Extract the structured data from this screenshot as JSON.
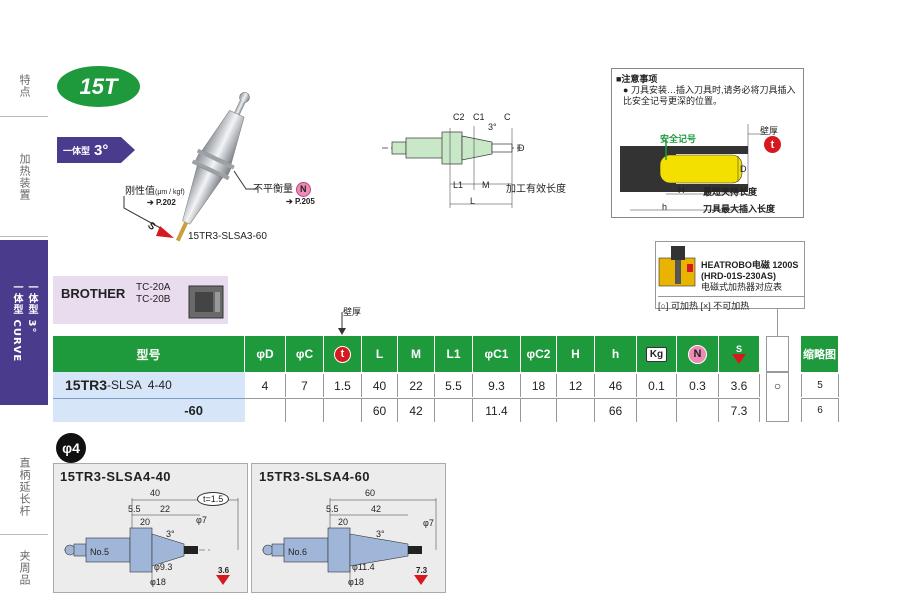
{
  "side_tabs": [
    {
      "label": "特点"
    },
    {
      "label": "加热装置"
    },
    {
      "label": "一体型 3°\n一体型 CURVE"
    },
    {
      "label": "直柄延长杆"
    },
    {
      "label": "夹周品"
    }
  ],
  "badge": "15T",
  "type_label": {
    "small": "一体型",
    "big": "3°"
  },
  "product_image": {
    "rigidity_label": "刚性值",
    "rigidity_unit": "(μm / kgf)",
    "rigidity_ref": "P.202",
    "balance_label": "不平衡量",
    "balance_ref": "P.205",
    "s_label": "S",
    "n_label": "N",
    "model": "15TR3-SLSA3-60"
  },
  "schematic": {
    "labels": [
      "C2",
      "C1",
      "3°",
      "C",
      "D",
      "L1",
      "M",
      "L"
    ],
    "effective_length": "加工有效长度"
  },
  "notice": {
    "title": "■注意事项",
    "text": "刀具安装…插入刀具时,请务必将刀具插入比安全记号更深的位置。",
    "safety_mark": "安全记号",
    "wall": "壁厚",
    "t": "t",
    "D": "D",
    "H": "H",
    "h": "h",
    "min_clamp": "最短夹持长度",
    "max_insert": "刀具最大插入长度"
  },
  "heatrobo": {
    "title": "HEATROBO电磁 1200S",
    "model": "(HRD-01S-230AS)",
    "sub": "电磁式加热器对应表",
    "legend": "[○] 可加热  [×] 不可加热"
  },
  "machine": {
    "brand": "BROTHER",
    "models": [
      "TC-20A",
      "TC-20B"
    ]
  },
  "wall_label": "壁厚",
  "table": {
    "headers": [
      "型号",
      "φD",
      "φC",
      "t",
      "L",
      "M",
      "L1",
      "φC1",
      "φC2",
      "H",
      "h",
      "Kg",
      "N",
      "S"
    ],
    "heat_header": "",
    "drawing_header": "缩略图",
    "rows": [
      {
        "model_bold": "15TR3",
        "model_rest": "-SLSA  4-40",
        "D": "4",
        "C": "7",
        "t": "1.5",
        "L": "40",
        "M": "22",
        "L1": "5.5",
        "C1": "9.3",
        "C2": "18",
        "H": "12",
        "h": "46",
        "kg": "0.1",
        "N": "0.3",
        "S": "3.6",
        "heat": "○",
        "drawing": "5"
      },
      {
        "model_bold": "",
        "model_rest": "-60",
        "D": "",
        "C": "",
        "t": "",
        "L": "60",
        "M": "42",
        "L1": "",
        "C1": "11.4",
        "C2": "",
        "H": "",
        "h": "66",
        "kg": "",
        "N": "",
        "S": "7.3",
        "heat": "",
        "drawing": "6"
      }
    ]
  },
  "phi4": "φ4",
  "panels": [
    {
      "title": "15TR3-SLSA4-40",
      "no": "No.5",
      "L": "40",
      "L1": "5.5",
      "M": "22",
      "angle20": "20",
      "angle3": "3°",
      "phiD": "φ7",
      "phiC1": "φ9.3",
      "phiC2": "φ18",
      "t": "t=1.5",
      "s": "3.6"
    },
    {
      "title": "15TR3-SLSA4-60",
      "no": "No.6",
      "L": "60",
      "L1": "5.5",
      "M": "42",
      "angle20": "20",
      "angle3": "3°",
      "phiD": "φ7",
      "phiC1": "φ11.4",
      "phiC2": "φ18",
      "t": "",
      "s": "7.3"
    }
  ],
  "colors": {
    "green": "#1e9a3c",
    "purple": "#4a3b8c",
    "red": "#d8181f",
    "pink": "#ee8ab4"
  }
}
